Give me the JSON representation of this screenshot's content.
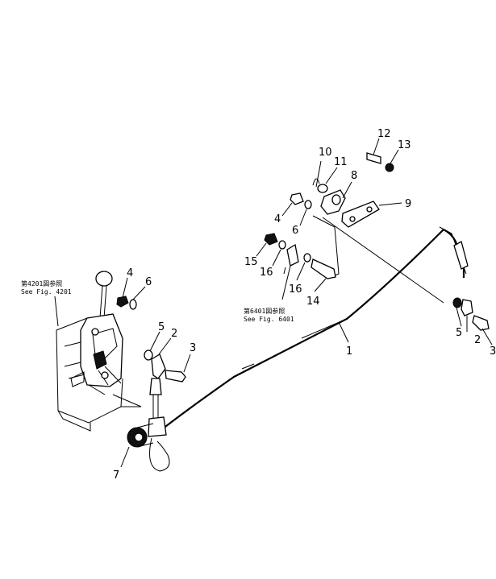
{
  "callouts": {
    "c1": "1",
    "c2_left": "2",
    "c2_right": "2",
    "c3_left": "3",
    "c3_right": "3",
    "c4_left": "4",
    "c4_upper": "4",
    "c5_left": "5",
    "c5_right": "5",
    "c6_left": "6",
    "c6_upper": "6",
    "c7": "7",
    "c8": "8",
    "c9": "9",
    "c10": "10",
    "c11": "11",
    "c12": "12",
    "c13": "13",
    "c14": "14",
    "c15": "15",
    "c16_a": "16",
    "c16_b": "16"
  },
  "refs": {
    "fig4201_jp": "第4201図参照",
    "fig4201_en": "See Fig. 4201",
    "fig6401_jp": "第6401図参照",
    "fig6401_en": "See Fig. 6401"
  }
}
